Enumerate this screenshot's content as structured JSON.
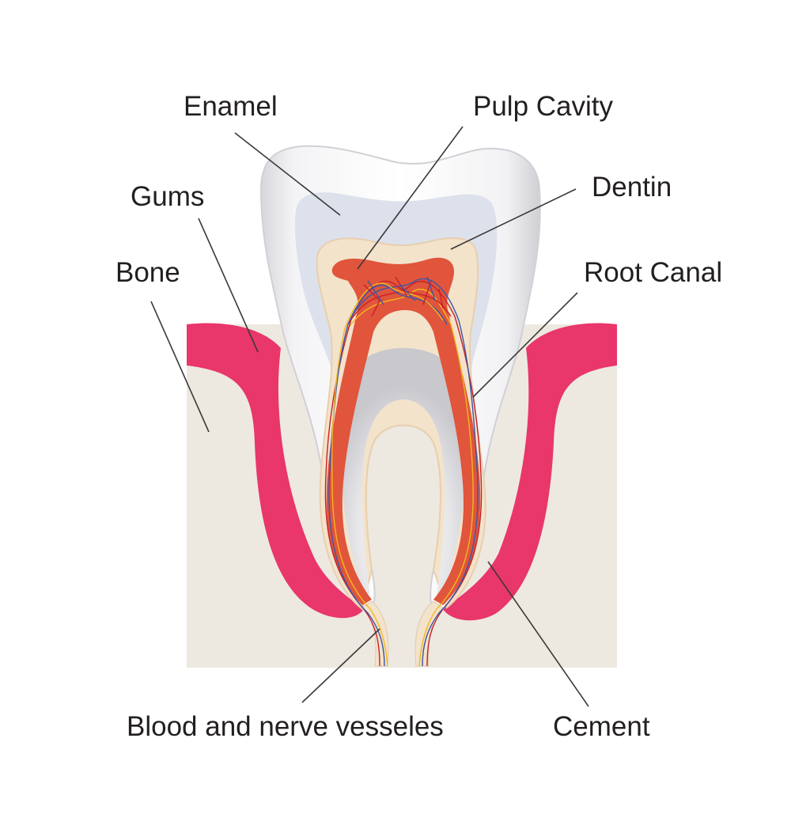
{
  "labels": {
    "enamel": "Enamel",
    "pulp_cavity": "Pulp Cavity",
    "gums": "Gums",
    "dentin": "Dentin",
    "bone": "Bone",
    "root_canal": "Root Canal",
    "blood_nerve": "Blood and nerve vesseles",
    "cement": "Cement"
  },
  "colors": {
    "bone": "#ede9e1",
    "gum": "#e9366b",
    "enamel_outer": "#f1f1f3",
    "enamel_inner": "#dde1ec",
    "dentin": "#f3e3cb",
    "pulp": "#e0553b",
    "nerve_red": "#c9202b",
    "nerve_blue": "#3b56a8",
    "nerve_yellow": "#f3b61f"
  }
}
